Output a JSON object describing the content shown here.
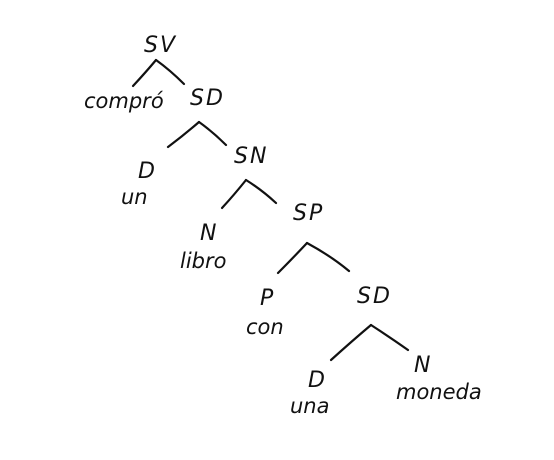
{
  "tree": {
    "nodes": {
      "sv": "SV",
      "compro": "compró",
      "sd1": "SD",
      "d1": "D",
      "un": "un",
      "sn": "SN",
      "n1": "N",
      "libro": "libro",
      "sp": "SP",
      "p": "P",
      "con": "con",
      "sd2": "SD",
      "d2": "D",
      "una": "una",
      "n2": "N",
      "moneda": "moneda"
    }
  }
}
